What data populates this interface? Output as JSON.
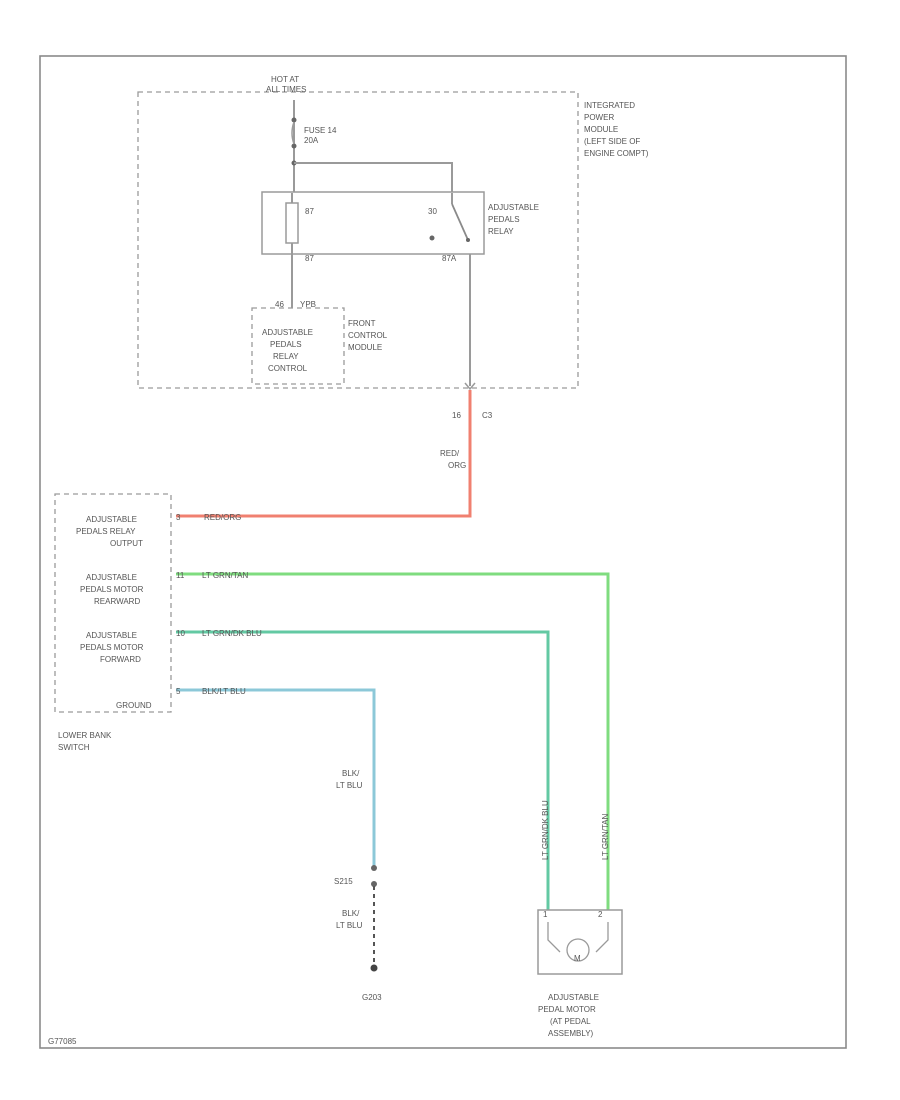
{
  "diagram": {
    "power_label": [
      "HOT AT",
      "ALL TIMES"
    ],
    "fuse": [
      "FUSE 14",
      "20A"
    ],
    "ipm_label": [
      "INTEGRATED",
      "POWER",
      "MODULE",
      "(LEFT SIDE OF",
      "ENGINE COMPT)"
    ],
    "relay_label": [
      "ADJUSTABLE",
      "PEDALS",
      "RELAY"
    ],
    "relay_pins": {
      "p1": "87",
      "p2": "30",
      "p3": "87",
      "p4": "87A"
    },
    "fcm_label": [
      "FRONT",
      "CONTROL",
      "MODULE"
    ],
    "fcm_pin": {
      "num": "46",
      "id": "YPB"
    },
    "relay_control": [
      "ADJUSTABLE",
      "PEDALS",
      "RELAY",
      "CONTROL"
    ],
    "conn": {
      "pin": "16",
      "name": "C3"
    },
    "wire_red_label": [
      "RED/",
      "ORG"
    ],
    "switch_label": [
      "LOWER BANK",
      "SWITCH"
    ],
    "switch_items": [
      {
        "lines": [
          "ADJUSTABLE",
          "PEDALS RELAY",
          "OUTPUT"
        ],
        "pin": "3",
        "wire": "RED/ORG"
      },
      {
        "lines": [
          "ADJUSTABLE",
          "PEDALS MOTOR",
          "REARWARD"
        ],
        "pin": "11",
        "wire": "LT GRN/TAN"
      },
      {
        "lines": [
          "ADJUSTABLE",
          "PEDALS MOTOR",
          "FORWARD"
        ],
        "pin": "10",
        "wire": "LT GRN/DK BLU"
      },
      {
        "lines": [
          "GROUND"
        ],
        "pin": "5",
        "wire": "BLK/LT BLU"
      }
    ],
    "wire_blk_label": [
      "BLK/",
      "LT BLU"
    ],
    "splice": "S215",
    "wire_blk_label2": [
      "BLK/",
      "LT BLU"
    ],
    "ground": "G203",
    "wire_vert_fwd": "LT GRN/DK BLU",
    "wire_vert_rear": "LT GRN/TAN",
    "motor_pins": {
      "left": "1",
      "right": "2"
    },
    "motor_symbol": "M",
    "motor_label": [
      "ADJUSTABLE",
      "PEDAL MOTOR",
      "(AT PEDAL",
      "ASSEMBLY)"
    ],
    "figure_id": "G77085",
    "colors": {
      "red_org": "#f08070",
      "lt_grn_tan": "#7fdc7f",
      "lt_grn_dk_blu": "#63c9a3",
      "blk_lt_blu": "#8cc8d8"
    }
  }
}
